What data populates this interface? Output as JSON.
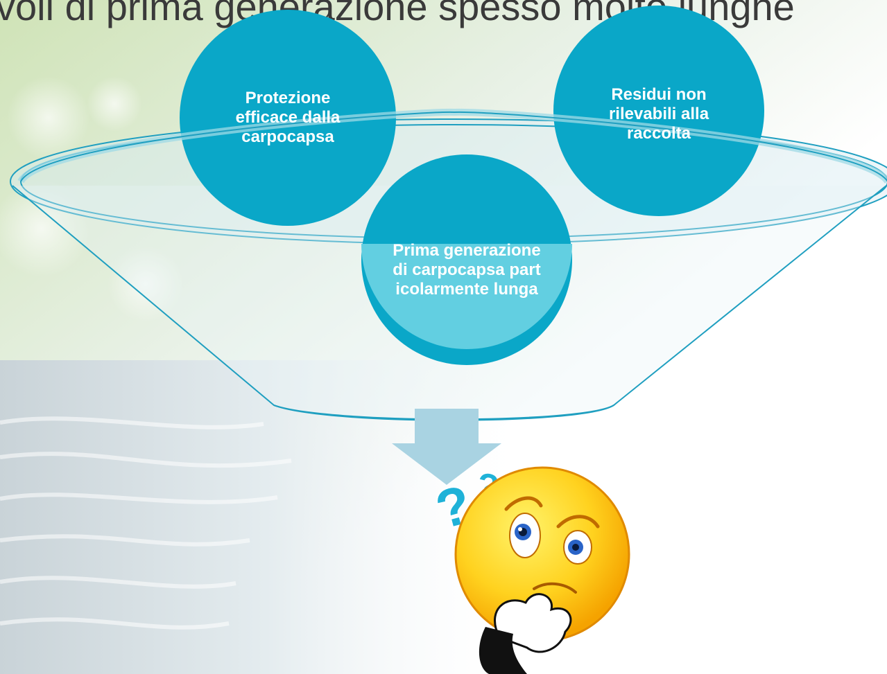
{
  "slide": {
    "title": "voli di prima generazione spesso molto lunghe"
  },
  "funnel": {
    "items": [
      {
        "label": "Protezione efficace dalla carpocapsa"
      },
      {
        "label": "Residui non rilevabili alla raccolta"
      },
      {
        "label": "Prima generazione di carpocapsa particolarmente lunga"
      }
    ],
    "colors": {
      "circle_dark": "#0aa7c8",
      "circle_light": "#62cfe1",
      "funnel_stroke": "#1f9fc0",
      "funnel_fill": "#cfe8ee",
      "arrow": "#a9d3e2"
    }
  },
  "decor": {
    "question_marks": [
      "?",
      "?"
    ],
    "thinking_face_icon": "thinking-face-icon"
  }
}
